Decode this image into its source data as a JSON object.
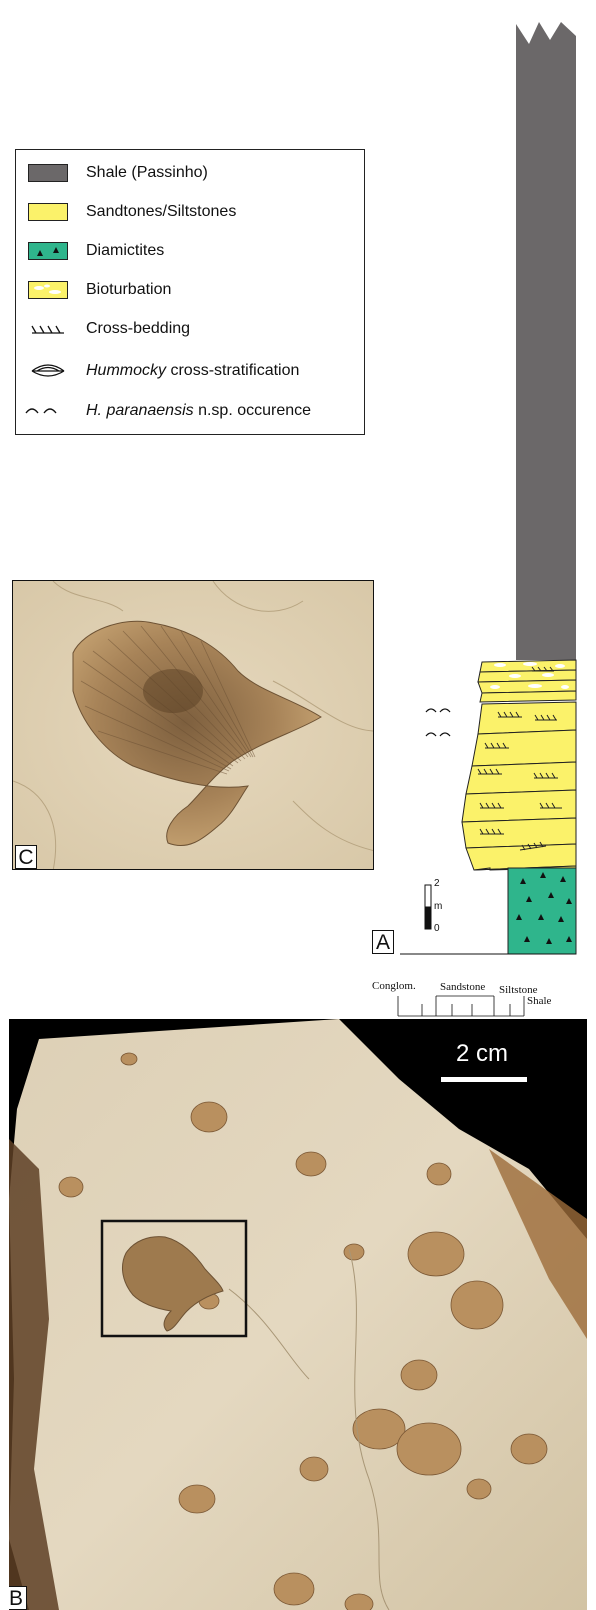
{
  "legend": {
    "items": [
      {
        "label": "Shale (Passinho)",
        "swatch_color": "#6b6869"
      },
      {
        "label": "Sandtones/Siltstones",
        "swatch_color": "#fbf26a"
      },
      {
        "label": "Diamictites",
        "swatch_color": "#2fb58c"
      },
      {
        "label": "Bioturbation",
        "swatch_color": "#fbf26a"
      },
      {
        "label": "Cross-bedding",
        "icon": "cross-bedding-symbol"
      },
      {
        "label_italic": "Hummocky",
        "label": " cross-stratification",
        "icon": "hummocky-symbol"
      },
      {
        "label_italic": "H. paranaensis",
        "label": " n.sp. occurence",
        "icon": "occurrence-symbol"
      }
    ]
  },
  "section": {
    "panel_label": "A",
    "scale": {
      "top": "2",
      "unit": "m",
      "bottom": "0"
    },
    "grain_size": {
      "conglom": "Conglom.",
      "sandstone": "Sandstone",
      "siltstone": "Siltstone",
      "shale": "Shale"
    },
    "colors": {
      "shale": "#6b6869",
      "sand": "#fbf26a",
      "diamictite": "#2fb58c"
    }
  },
  "panel_c": {
    "label": "C"
  },
  "panel_b": {
    "label": "B",
    "scale_bar": "2 cm"
  }
}
